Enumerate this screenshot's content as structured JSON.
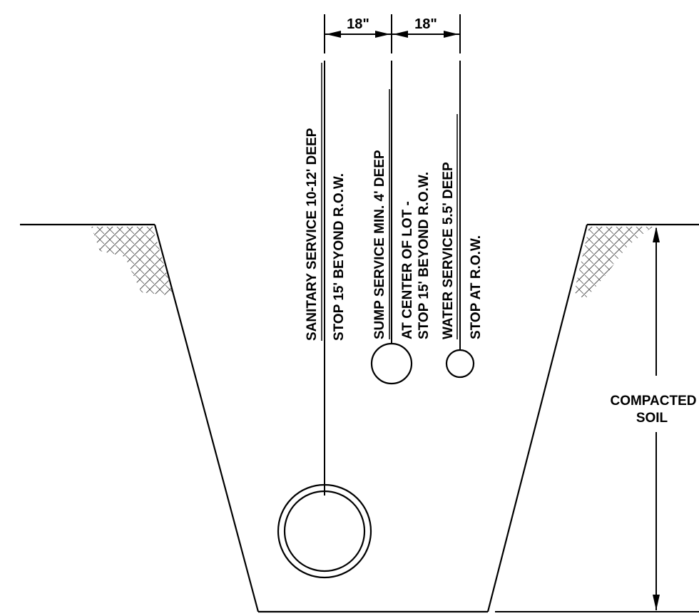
{
  "dimensions": {
    "left_spacing": "18\"",
    "right_spacing": "18\""
  },
  "services": {
    "sanitary": {
      "line1": "SANITARY SERVICE 10-12' DEEP",
      "line2": "STOP 15' BEYOND R.O.W."
    },
    "sump": {
      "line1": "SUMP SERVICE MIN. 4' DEEP",
      "line2": "AT CENTER OF LOT -",
      "line3": "STOP 15' BEYOND R.O.W."
    },
    "water": {
      "line1": "WATER SERVICE 5.5' DEEP",
      "line2": "STOP AT R.O.W."
    }
  },
  "soil": {
    "line1": "COMPACTED",
    "line2": "SOIL"
  }
}
